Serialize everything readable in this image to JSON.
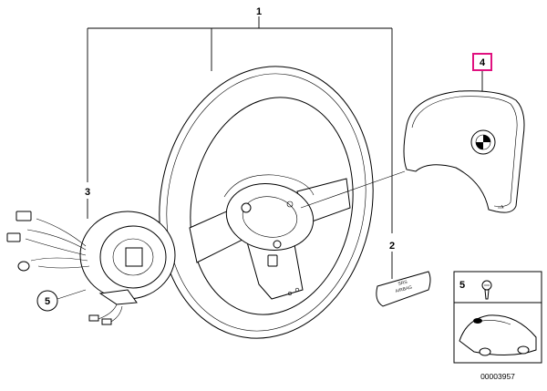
{
  "callouts": {
    "c1": "1",
    "c2": "2",
    "c3": "3",
    "c4": "4",
    "c5_left": "5",
    "c5_inset": "5"
  },
  "labels": {
    "cover_line1": "SRS",
    "cover_line2": "AIRBAG"
  },
  "document_number": "00003957",
  "colors": {
    "highlight": "#e0117f",
    "line": "#000000"
  }
}
